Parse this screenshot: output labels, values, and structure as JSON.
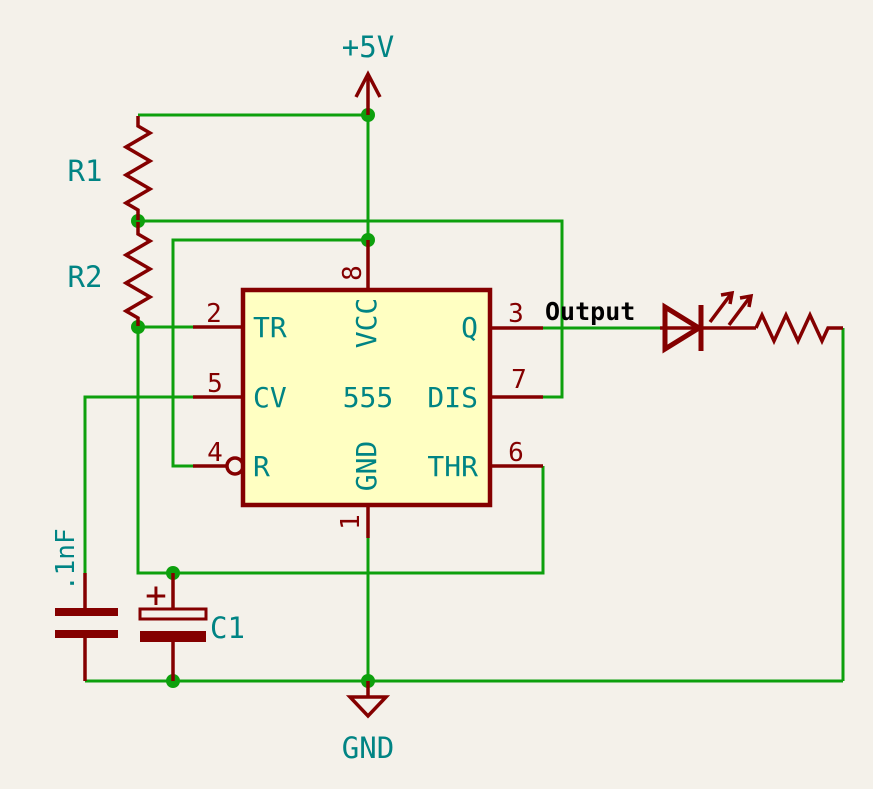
{
  "colors": {
    "background": "#F4F1EA",
    "wire": "#0DA00D",
    "component": "#840000",
    "label": "#008484",
    "net_label": "#000000",
    "ic_fill": "#FFFFC2"
  },
  "power": {
    "vcc": "+5V",
    "gnd": "GND"
  },
  "ic": {
    "value": "555",
    "pins": {
      "tr": {
        "number": "2",
        "name": "TR"
      },
      "cv": {
        "number": "5",
        "name": "CV"
      },
      "r": {
        "number": "4",
        "name": "R"
      },
      "vcc": {
        "number": "8",
        "name": "VCC"
      },
      "gnd": {
        "number": "1",
        "name": "GND"
      },
      "q": {
        "number": "3",
        "name": "Q"
      },
      "dis": {
        "number": "7",
        "name": "DIS"
      },
      "thr": {
        "number": "6",
        "name": "THR"
      }
    }
  },
  "components": {
    "r1": {
      "ref": "R1"
    },
    "r2": {
      "ref": "R2"
    },
    "bypass_cap": {
      "value": ".1nF"
    },
    "c1": {
      "ref": "C1",
      "polarity": "+"
    }
  },
  "nets": {
    "output": "Output"
  }
}
